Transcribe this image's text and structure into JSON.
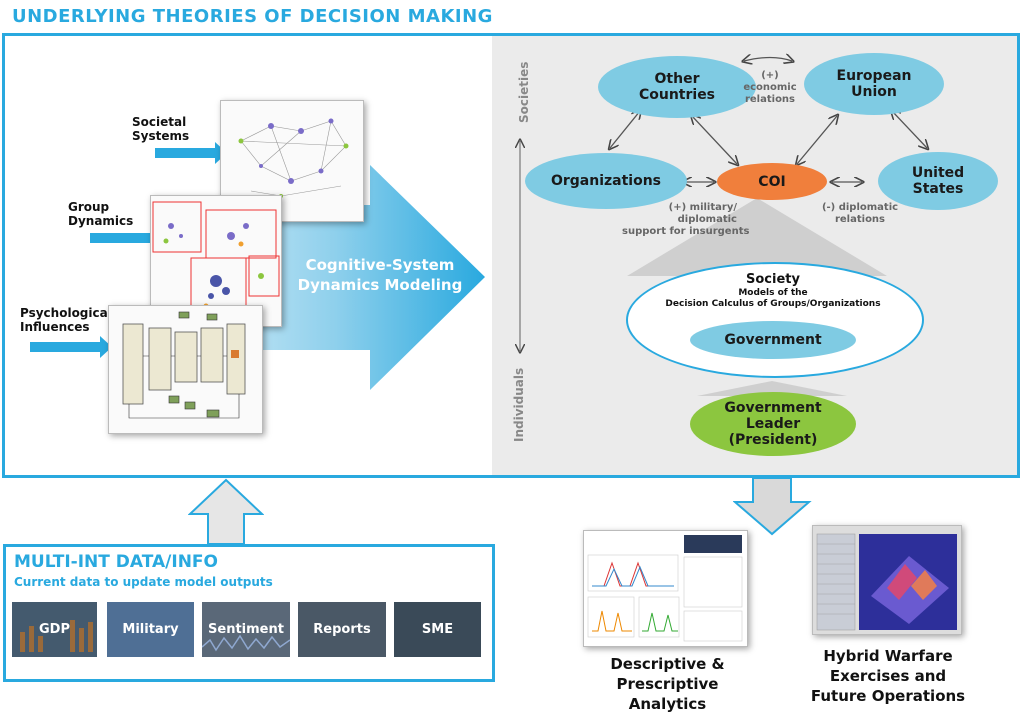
{
  "title": "UNDERLYING THEORIES OF DECISION MAKING",
  "left": {
    "labels": {
      "societal": "Societal\nSystems",
      "group": "Group\nDynamics",
      "psych": "Psychological\nInfluences"
    },
    "big_arrow": "Cognitive-System\nDynamics Modeling"
  },
  "right": {
    "axis_top": "Societies",
    "axis_bottom": "Individuals",
    "nodes": {
      "other_countries": "Other\nCountries",
      "european_union": "European\nUnion",
      "organizations": "Organizations",
      "coi": "COI",
      "united_states": "United\nStates",
      "government": "Government",
      "government_leader": "Government\nLeader\n(President)"
    },
    "annotations": {
      "economic": "(+)\neconomic\nrelations",
      "military": "(+) military/\ndiplomatic\nsupport for insurgents",
      "diplomatic": "(-) diplomatic\nrelations"
    },
    "society": {
      "title": "Society",
      "subtitle": "Models of the\nDecision Calculus of Groups/Organizations"
    }
  },
  "multi_int": {
    "title": "MULTI-INT DATA/INFO",
    "subtitle": "Current data to update model outputs",
    "tiles": [
      "GDP",
      "Military",
      "Sentiment",
      "Reports",
      "SME"
    ]
  },
  "outputs": {
    "analytics": "Descriptive &\nPrescriptive\nAnalytics",
    "hybrid": "Hybrid Warfare\nExercises and\nFuture Operations"
  },
  "colors": {
    "accent": "#29a9df",
    "node_blue": "#7fcbe3",
    "coi_orange": "#f07f3c",
    "leader_green": "#8cc63f"
  }
}
